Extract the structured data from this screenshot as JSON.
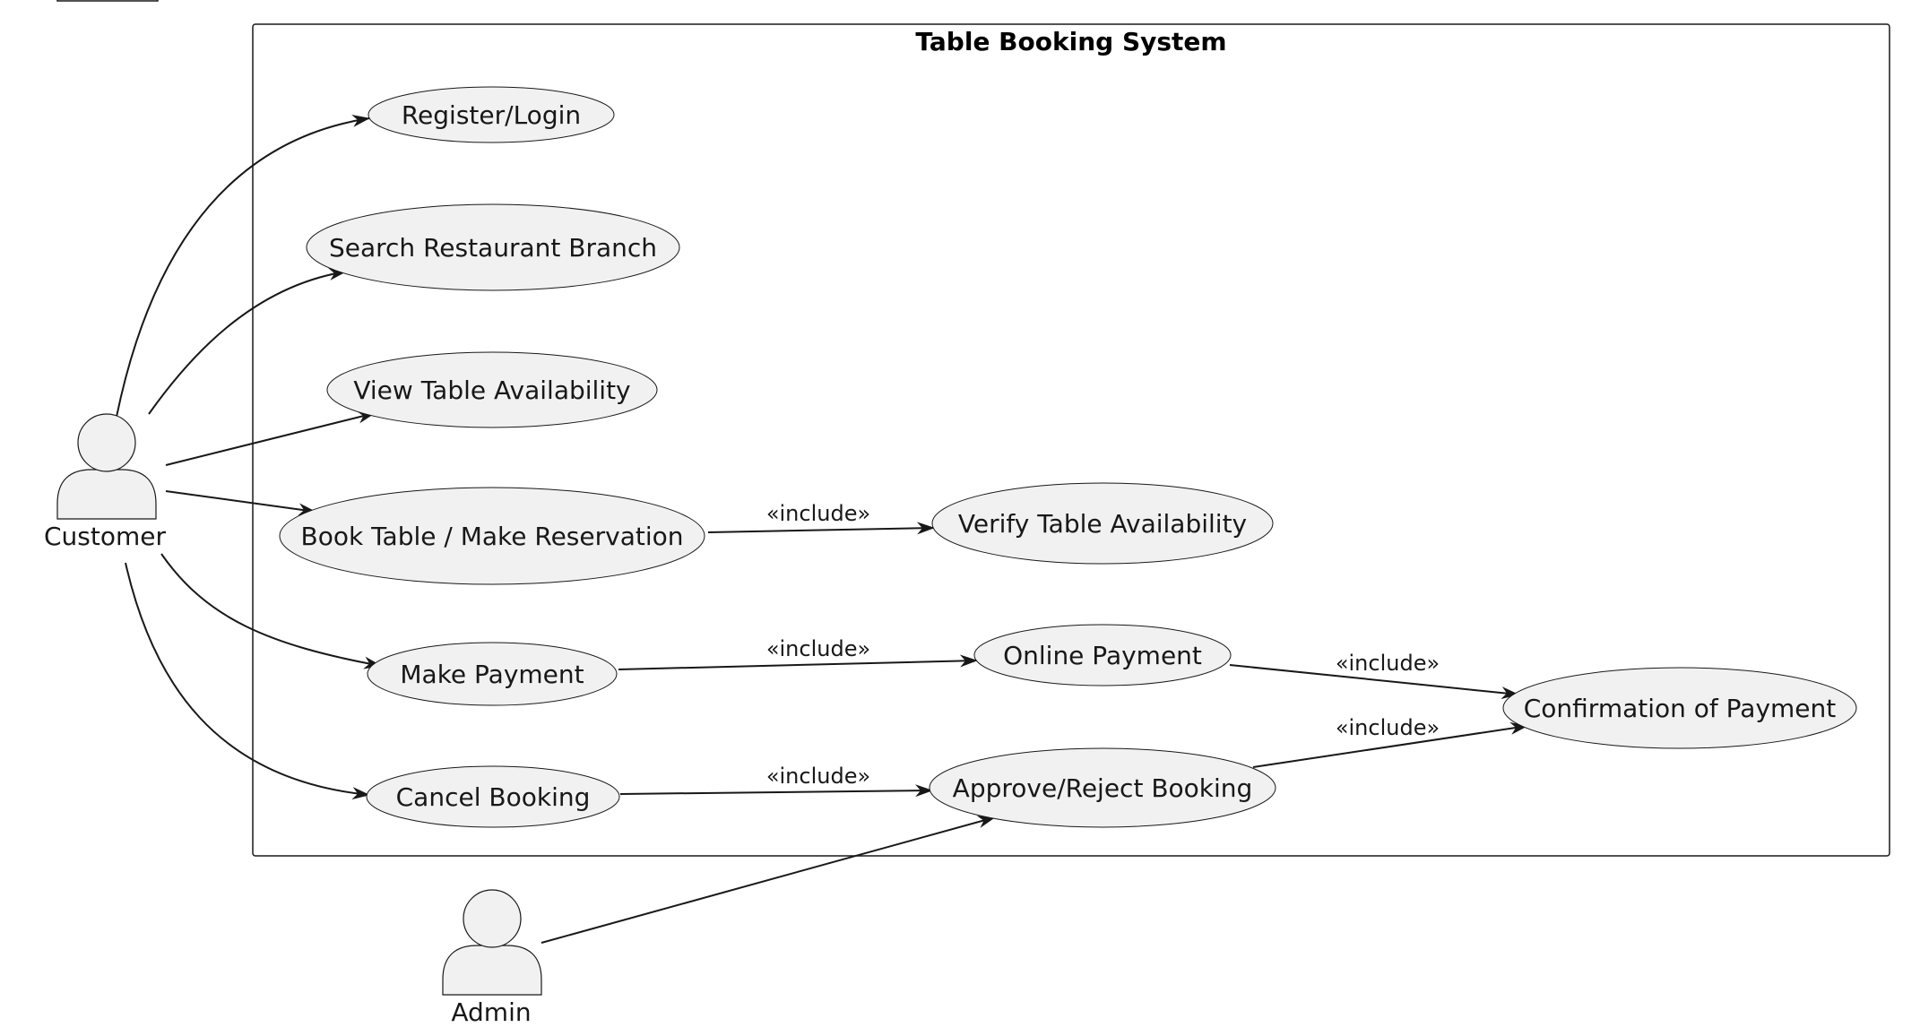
{
  "system": {
    "title": "Table Booking System"
  },
  "actors": {
    "customer": "Customer",
    "admin": "Admin"
  },
  "use_cases": {
    "register_login": "Register/Login",
    "search_branch": "Search Restaurant Branch",
    "view_availability": "View Table Availability",
    "book_table": "Book Table / Make Reservation",
    "verify_availability": "Verify Table Availability",
    "make_payment": "Make Payment",
    "online_payment": "Online Payment",
    "confirmation_payment": "Confirmation of Payment",
    "cancel_booking": "Cancel Booking",
    "approve_reject": "Approve/Reject Booking"
  },
  "relations": {
    "include_label": "«include»"
  },
  "colors": {
    "node_fill": "#f1f1f1",
    "line": "#181818",
    "background": "#ffffff"
  }
}
